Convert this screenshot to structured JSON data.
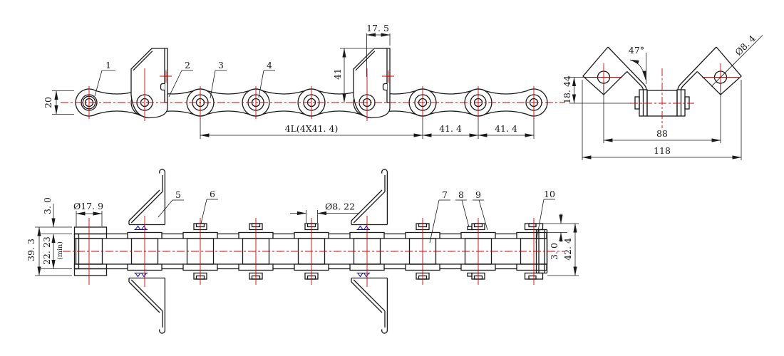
{
  "drawing": {
    "background": "#ffffff",
    "colors": {
      "line": "#1a1a1a",
      "centerline": "#d40000",
      "weld": "#0000bf"
    },
    "side_view": {
      "callouts": [
        "1",
        "2",
        "3",
        "4"
      ],
      "dims": {
        "plate_height": "20",
        "attachment_offset": "17. 5",
        "attachment_height": "41",
        "pitch_total": "4L(4X41. 4)",
        "pitch_a": "41. 4",
        "pitch_b": "41. 4"
      }
    },
    "end_view": {
      "dims": {
        "bend_angle": "47°",
        "hole_dia": "Ø8. 4",
        "hole_height": "18. 44",
        "span_holes": "88",
        "span_overall": "118"
      }
    },
    "plan_view": {
      "callouts": [
        "5",
        "6",
        "7",
        "8",
        "9",
        "10"
      ],
      "dims": {
        "roller_dia": "Ø17. 9",
        "plate_thickness_left": "3. 0",
        "width_overall": "39. 3",
        "width_inner": "22. 23",
        "width_inner_note": "(min)",
        "pin_dia": "Ø8. 22",
        "plate_thickness_right": "3. 0",
        "pin_length": "42. 4"
      }
    }
  }
}
